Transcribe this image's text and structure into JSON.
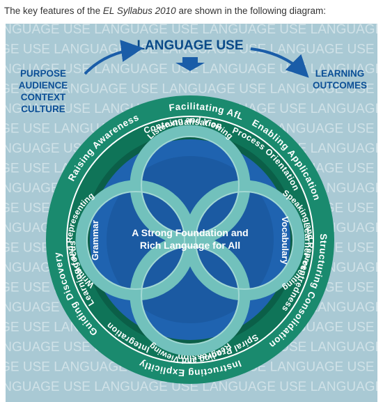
{
  "caption": {
    "prefix": "The key features of the ",
    "italic": "EL Syllabus 2010",
    "suffix": " are shown in the following diagram:"
  },
  "colors": {
    "panel_bg": "#a9c9d4",
    "watermark": "#ffffff",
    "heading": "#0a4a88",
    "blue_text": "#0b4f96",
    "outer_ring": "#1a8a6e",
    "middle_ring": "#0f7458",
    "inner_ring": "#0b5f48",
    "core": "#1f63b0",
    "core_dark": "#164f91",
    "knot": "#72c1bc",
    "ring_text": "#ffffff"
  },
  "watermark_text": "LANGUAGE USE",
  "top": {
    "title": "LANGUAGE USE",
    "left_items": [
      "PURPOSE",
      "AUDIENCE",
      "CONTEXT",
      "CULTURE"
    ],
    "right_items": [
      "LEARNING",
      "OUTCOMES"
    ]
  },
  "outer_ring_labels": [
    "Facilitating AfL",
    "Enabling Application",
    "Structuring Consolidation",
    "Instructing Explicitly",
    "Guiding Discovery",
    "Raising Awareness"
  ],
  "middle_ring_labels": [
    "Contextualisation",
    "Process Orientation",
    "Learner-centredness",
    "Spiral Progression",
    "Integration",
    "Learning-focused Interaction"
  ],
  "inner_labels": [
    "Grammar",
    "Vocabulary"
  ],
  "knot_labels": [
    "Listening and Viewing",
    "Speaking and Representing",
    "Reading and Viewing",
    "Writing and Representing"
  ],
  "center_text": [
    "A Strong Foundation and",
    "Rich Language for All"
  ]
}
